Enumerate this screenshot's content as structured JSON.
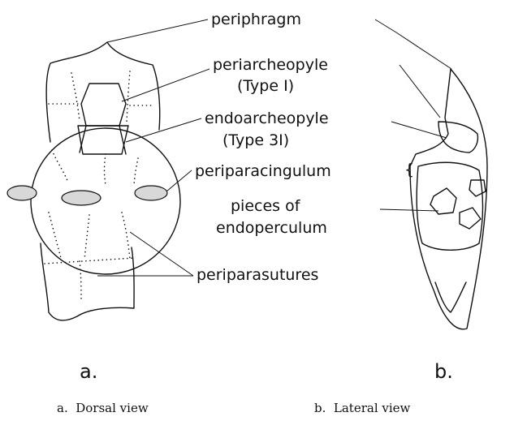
{
  "labels": {
    "periphragm": "periphragm",
    "periarcheopyle": "periarcheopyle",
    "periarcheopyle_type": "(Type I)",
    "endoarcheopyle": "endoarcheopyle",
    "endoarcheopyle_type": "(Type 3I)",
    "periparacingulum": "periparacingulum",
    "pieces_of": "pieces of",
    "endoperculum": "endoperculum",
    "periparasutures": "periparasutures"
  },
  "panels": {
    "a_letter": "a.",
    "b_letter": "b.",
    "a_caption": "a.  Dorsal view",
    "b_caption": "b.  Lateral view"
  }
}
